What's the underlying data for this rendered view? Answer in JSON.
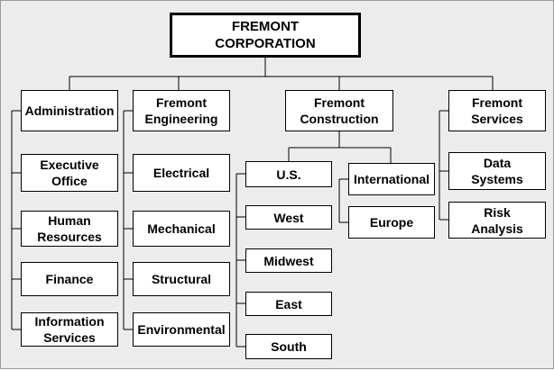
{
  "org_chart": {
    "root": {
      "lines": [
        "FREMONT",
        "CORPORATION"
      ]
    },
    "divisions": [
      {
        "id": "administration",
        "lines": [
          "Administration"
        ],
        "units": [
          {
            "id": "executive-office",
            "lines": [
              "Executive",
              "Office"
            ]
          },
          {
            "id": "human-resources",
            "lines": [
              "Human",
              "Resources"
            ]
          },
          {
            "id": "finance",
            "lines": [
              "Finance"
            ]
          },
          {
            "id": "information-services",
            "lines": [
              "Information",
              "Services"
            ]
          }
        ]
      },
      {
        "id": "fremont-engineering",
        "lines": [
          "Fremont",
          "Engineering"
        ],
        "units": [
          {
            "id": "electrical",
            "lines": [
              "Electrical"
            ]
          },
          {
            "id": "mechanical",
            "lines": [
              "Mechanical"
            ]
          },
          {
            "id": "structural",
            "lines": [
              "Structural"
            ]
          },
          {
            "id": "environmental",
            "lines": [
              "Environmental"
            ]
          }
        ]
      },
      {
        "id": "fremont-construction",
        "lines": [
          "Fremont",
          "Construction"
        ],
        "groups": [
          {
            "id": "us",
            "lines": [
              "U.S."
            ],
            "units": [
              {
                "id": "west",
                "lines": [
                  "West"
                ]
              },
              {
                "id": "midwest",
                "lines": [
                  "Midwest"
                ]
              },
              {
                "id": "east",
                "lines": [
                  "East"
                ]
              },
              {
                "id": "south",
                "lines": [
                  "South"
                ]
              }
            ]
          },
          {
            "id": "international",
            "lines": [
              "International"
            ],
            "units": [
              {
                "id": "europe",
                "lines": [
                  "Europe"
                ]
              }
            ]
          }
        ]
      },
      {
        "id": "fremont-services",
        "lines": [
          "Fremont",
          "Services"
        ],
        "units": [
          {
            "id": "data-systems",
            "lines": [
              "Data",
              "Systems"
            ]
          },
          {
            "id": "risk-analysis",
            "lines": [
              "Risk",
              "Analysis"
            ]
          }
        ]
      }
    ]
  }
}
